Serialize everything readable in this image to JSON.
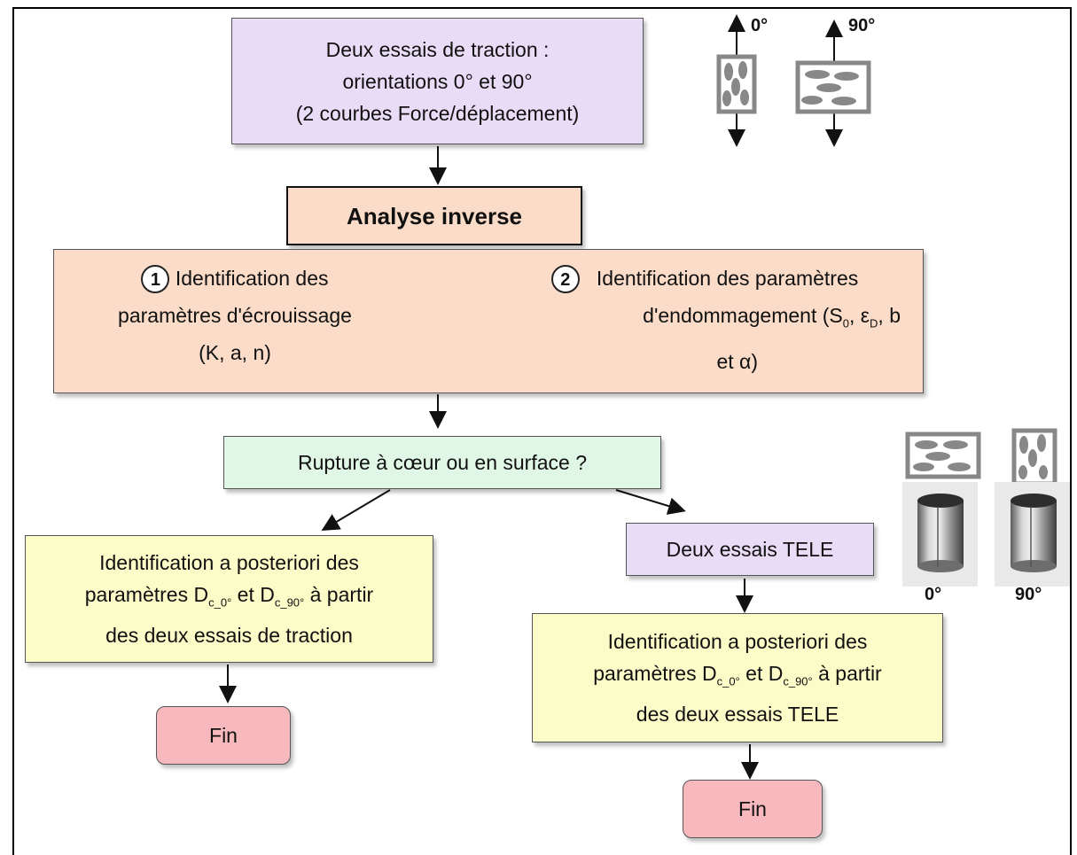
{
  "top_box": {
    "line1": "Deux essais de traction :",
    "line2": "orientations 0° et 90°",
    "line3": "(2 courbes Force/déplacement)"
  },
  "orientation_labels": {
    "deg0": "0°",
    "deg90": "90°"
  },
  "analysis_box": {
    "title": "Analyse inverse"
  },
  "identification": {
    "step1": {
      "number": "1",
      "line1": "Identification des",
      "line2": "paramètres d'écrouissage",
      "line3": "(K, a, n)"
    },
    "step2": {
      "number": "2",
      "line1": "Identification des paramètres",
      "line2_text": "d'endommagement (S",
      "line2_sub": "0",
      "line2_mid": ", ε",
      "line2_sub2": "D",
      "line2_end": ", b",
      "line3": "et α)"
    }
  },
  "decision_box": {
    "text": "Rupture à cœur ou en surface ?"
  },
  "left_branch": {
    "line1": "Identification a posteriori des",
    "line2_a": "paramètres D",
    "line2_sub1": "c_0°",
    "line2_b": " et D",
    "line2_sub2": "c_90°",
    "line2_c": " à partir",
    "line3": "des deux essais de traction",
    "end": "Fin"
  },
  "right_branch": {
    "tele": "Deux essais TELE",
    "line1": "Identification a posteriori des",
    "line2_a": "paramètres D",
    "line2_sub1": "c_0°",
    "line2_b": " et D",
    "line2_sub2": "c_90°",
    "line2_c": " à partir",
    "line3": "des deux essais TELE",
    "end": "Fin"
  },
  "specimen_labels": {
    "deg0": "0°",
    "deg90": "90°"
  },
  "colors": {
    "purple": "#e9dcf7",
    "peach": "#fbdcc8",
    "green": "#e1f7e5",
    "yellow": "#fcfcc8",
    "pink": "#f7b9bd"
  }
}
